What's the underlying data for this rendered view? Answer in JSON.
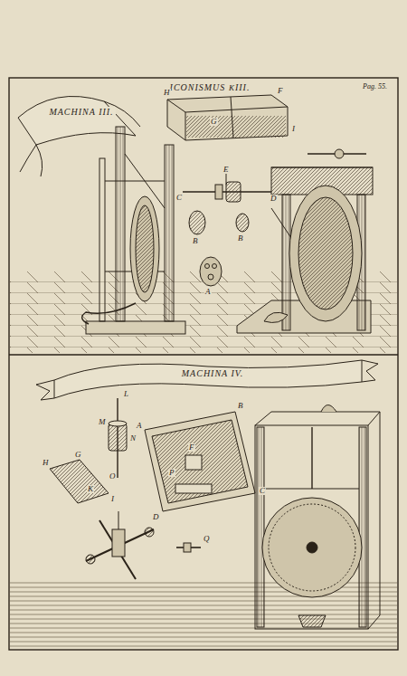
{
  "diagram": {
    "title": "ICONISMUS VIII.",
    "nodes": [
      {
        "text": [
          "MACHINA III."
        ]
      },
      {
        "text": [
          "MACHINA IV."
        ]
      }
    ],
    "labels": [
      "Pag. 55.",
      "H",
      "K",
      "G",
      "F",
      "I",
      "C",
      "E",
      "D",
      "B",
      "B",
      "A",
      "L",
      "M",
      "N",
      "O",
      "B",
      "A",
      "C",
      "D",
      "F",
      "P",
      "H",
      "G",
      "K",
      "I",
      "Q"
    ]
  }
}
